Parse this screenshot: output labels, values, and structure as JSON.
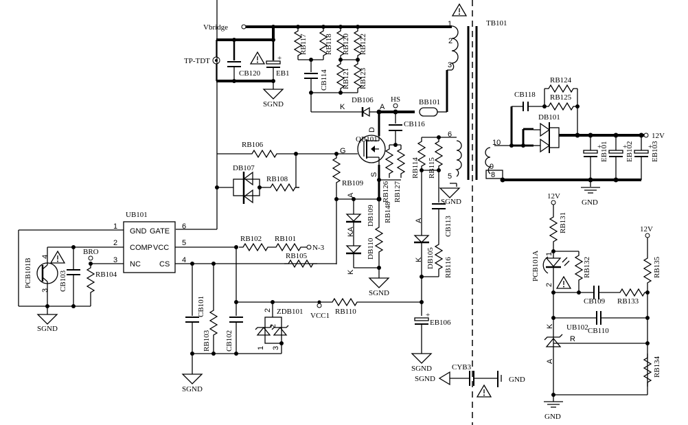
{
  "diagram": {
    "type": "flyback power supply schematic",
    "nets": {
      "vbridge": "Vbridge",
      "tp_tdt": "TP-TDT",
      "hs": "HS",
      "bro": "BRO",
      "n3": "N-3",
      "vcc1": "VCC1",
      "out_12v": "12V",
      "sgnd": "SGND",
      "gnd": "GND"
    },
    "transformer": {
      "ref": "TB101",
      "pins": [
        "1",
        "2",
        "3",
        "6",
        "5",
        "10",
        "9",
        "8"
      ]
    },
    "ic_ub101": {
      "ref": "UB101",
      "pins": [
        {
          "num": "1",
          "name": "GND"
        },
        {
          "num": "2",
          "name": "COMP"
        },
        {
          "num": "3",
          "name": "NC"
        },
        {
          "num": "6",
          "name": "GATE"
        },
        {
          "num": "5",
          "name": "VCC"
        },
        {
          "num": "4",
          "name": "CS"
        }
      ]
    },
    "mosfet": {
      "ref": "QB101",
      "gate": "G",
      "drain": "D",
      "source": "S"
    },
    "resistors": {
      "rb117": "RB117",
      "rb118": "RB118",
      "rb120": "RB120",
      "rb122": "RB122",
      "rb121": "RB121",
      "rb123": "RB123",
      "rb106": "RB106",
      "rb108": "RB108",
      "rb109": "RB109",
      "rb102": "RB102",
      "rb101": "RB101",
      "rb105": "RB105",
      "rb104": "RB104",
      "rb103": "RB103",
      "rb110": "RB110",
      "rb126": "RB126",
      "rb127": "RB127",
      "rb148": "RB148",
      "rb114": "RB114",
      "rb115": "RB115",
      "rb116": "RB116",
      "rb124": "RB124",
      "rb125": "RB125",
      "rb131": "RB131",
      "rb132": "RB132",
      "rb133": "RB133",
      "rb134": "RB134",
      "rb135": "RB135"
    },
    "capacitors": {
      "cb120": "CB120",
      "eb1": "EB1",
      "cb114": "CB114",
      "cb116": "CB116",
      "cb113": "CB113",
      "cb103": "CB103",
      "cb101": "CB101",
      "cb102": "CB102",
      "eb106": "EB106",
      "cb118": "CB118",
      "eb101": "EB101",
      "eb102": "EB102",
      "eb103": "EB103",
      "cb109": "CB109",
      "cb110": "CB110",
      "cyb3": "CYB3"
    },
    "diodes": {
      "db106": "DB106",
      "db107": "DB107",
      "db109": "DB109",
      "db110": "DB110",
      "db105": "DB105",
      "db101": "DB101",
      "zdb101": "ZDB101"
    },
    "other": {
      "bb101": "BB101",
      "pcb101a": "PCB101A",
      "pcb101b": "PCB101B",
      "ub102": "UB102",
      "ub102_ref_pin": "R"
    },
    "pin_letters": {
      "a": "A",
      "k": "K",
      "ka": "KA",
      "plus": "+"
    },
    "pins": {
      "p1": "1",
      "p2": "2",
      "p3": "3",
      "p4": "4",
      "p5": "5",
      "p6": "6",
      "p8": "8",
      "p9": "9",
      "p10": "10"
    }
  }
}
